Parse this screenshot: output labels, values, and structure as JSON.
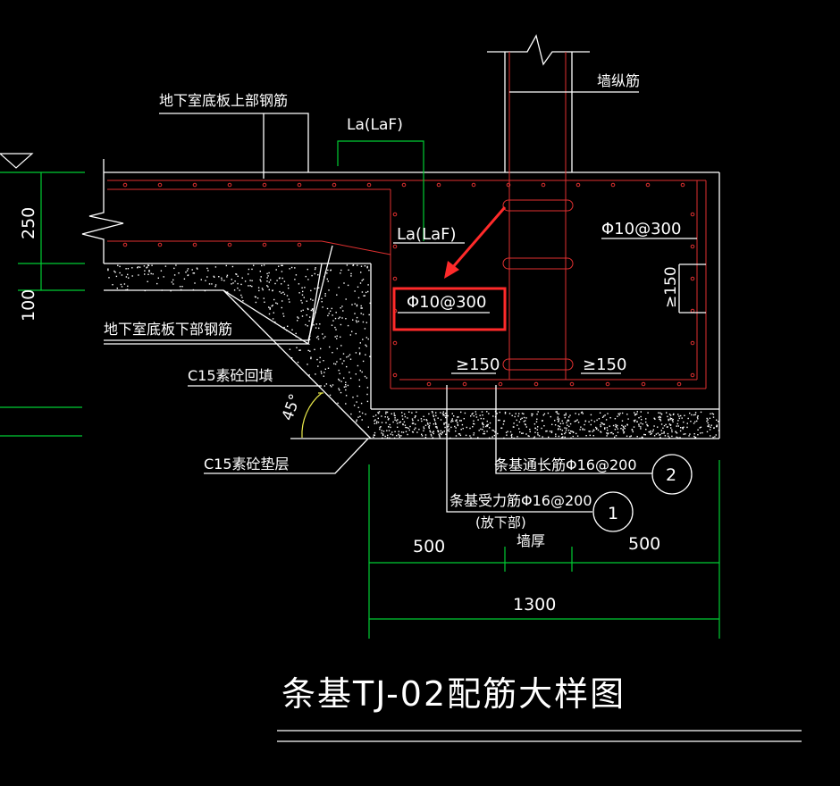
{
  "labels": {
    "top_rebar": "地下室底板上部钢筋",
    "la_laf_top": "La(LaF)",
    "wall_rebar": "墙纵筋",
    "la_laf_inner": "La(LaF)",
    "stirrup_right": "Φ10@300",
    "stirrup_highlight": "Φ10@300",
    "ge150_vertical": "≥150",
    "bottom_rebar": "地下室底板下部钢筋",
    "c15_backfill": "C15素砼回填",
    "angle": "45°",
    "ge150_left": "≥150",
    "ge150_right": "≥150",
    "c15_cushion": "C15素砼垫层",
    "long_bar": "条基通长筋Φ16@200",
    "main_bar": "条基受力筋Φ16@200",
    "main_bar_note": "(放下部)",
    "wall_thickness": "墙厚"
  },
  "dimensions": {
    "slab_thickness": "250",
    "cushion_thickness": "100",
    "left_width": "500",
    "right_width": "500",
    "total_width": "1300"
  },
  "callouts": {
    "mark_1": "1",
    "mark_2": "2"
  },
  "title": "条基TJ-02配筋大样图",
  "colors": {
    "background": "#000000",
    "outline": "#ffffff",
    "rebar": "#e03030",
    "dimension": "#00cc33",
    "highlight_box": "#ff2a2a",
    "arrow": "#ff2a2a"
  }
}
